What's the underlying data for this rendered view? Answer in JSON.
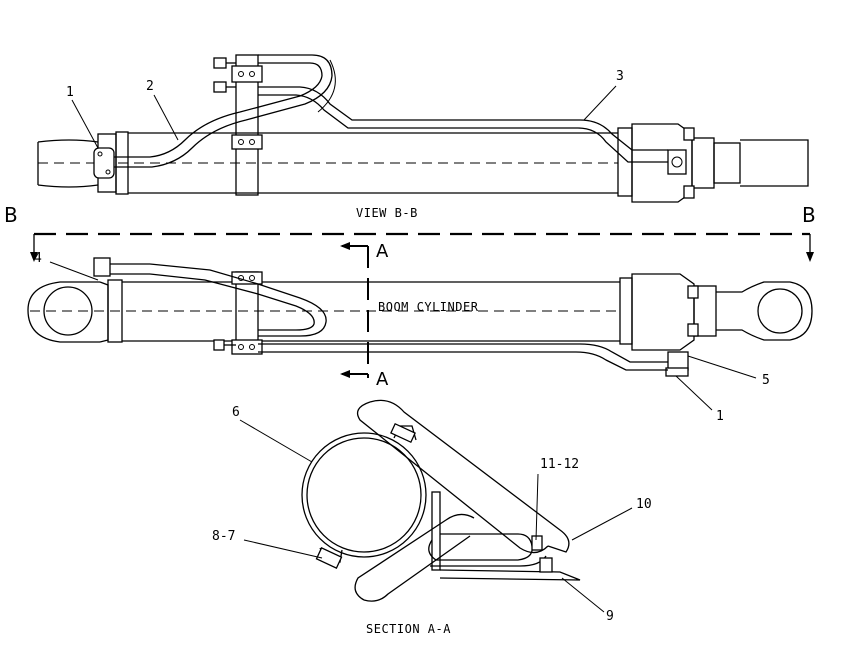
{
  "views": {
    "top_caption": "VIEW B-B",
    "middle_caption": "BOOM CYLINDER",
    "section_caption": "SECTION A-A"
  },
  "section_markers": {
    "b_left": "B",
    "b_right": "B",
    "a_top": "A",
    "a_bottom": "A"
  },
  "callouts": {
    "top_1": "1",
    "top_2": "2",
    "top_3": "3",
    "mid_4": "4",
    "mid_5": "5",
    "mid_1": "1",
    "sec_6": "6",
    "sec_11_12": "11-12",
    "sec_10": "10",
    "sec_8_7": "8-7",
    "sec_9": "9"
  },
  "colors": {
    "line": "#000000",
    "background": "#ffffff"
  }
}
